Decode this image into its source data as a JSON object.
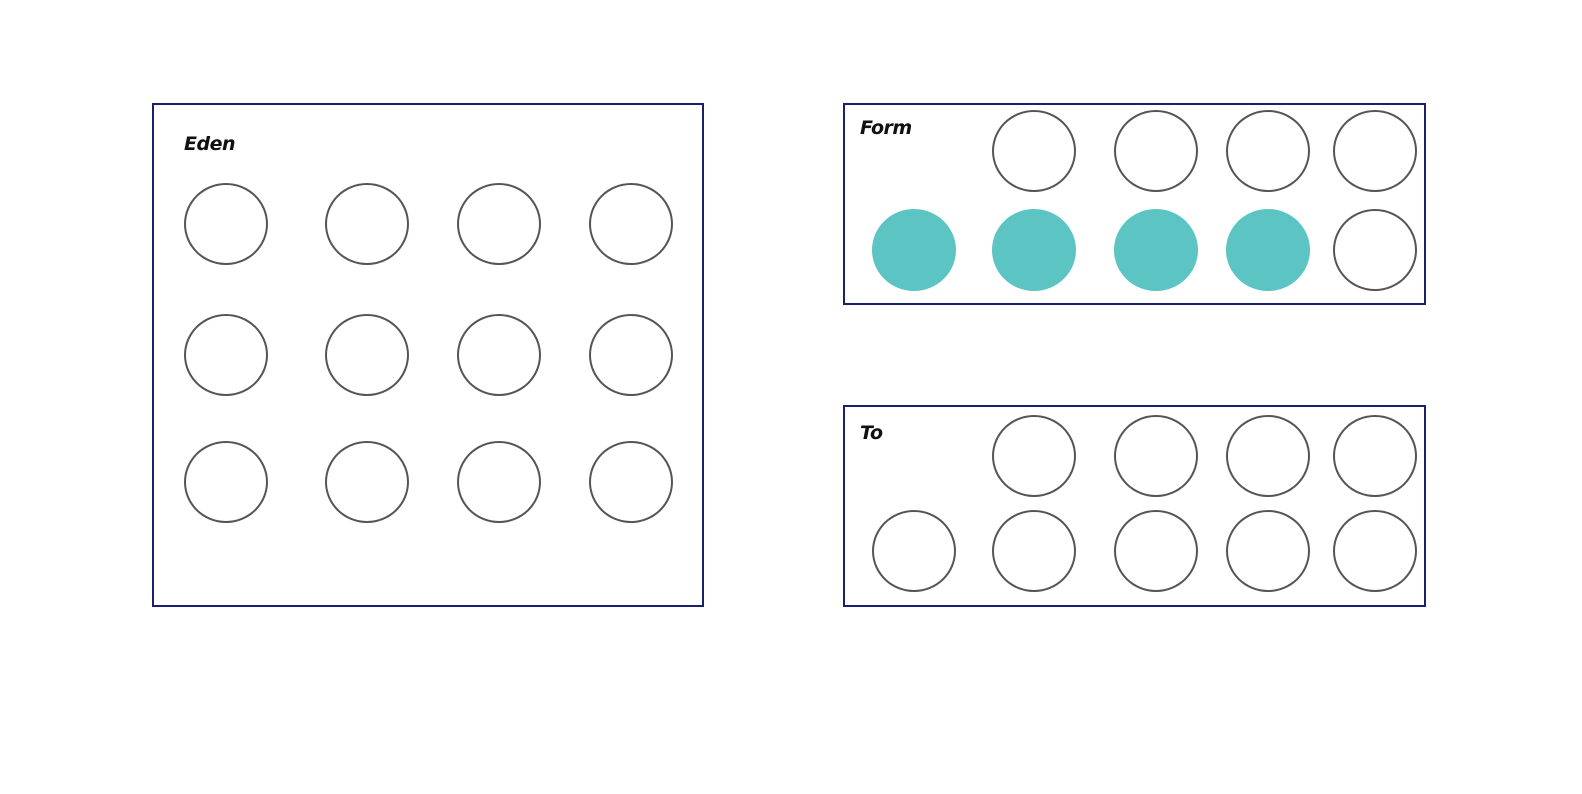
{
  "colors": {
    "panel_border": "#1a1f6e",
    "slot_outline": "#555555",
    "slot_fill": "#5cc5c4"
  },
  "panels": {
    "eden": {
      "label": "Eden",
      "rows": [
        [
          false,
          false,
          false,
          false
        ],
        [
          false,
          false,
          false,
          false
        ],
        [
          false,
          false,
          false,
          false
        ]
      ]
    },
    "form": {
      "label": "Form",
      "rows": [
        [
          false,
          false,
          false,
          false
        ],
        [
          true,
          true,
          true,
          true,
          false
        ]
      ]
    },
    "to": {
      "label": "To",
      "rows": [
        [
          false,
          false,
          false,
          false
        ],
        [
          false,
          false,
          false,
          false,
          false
        ]
      ]
    }
  }
}
